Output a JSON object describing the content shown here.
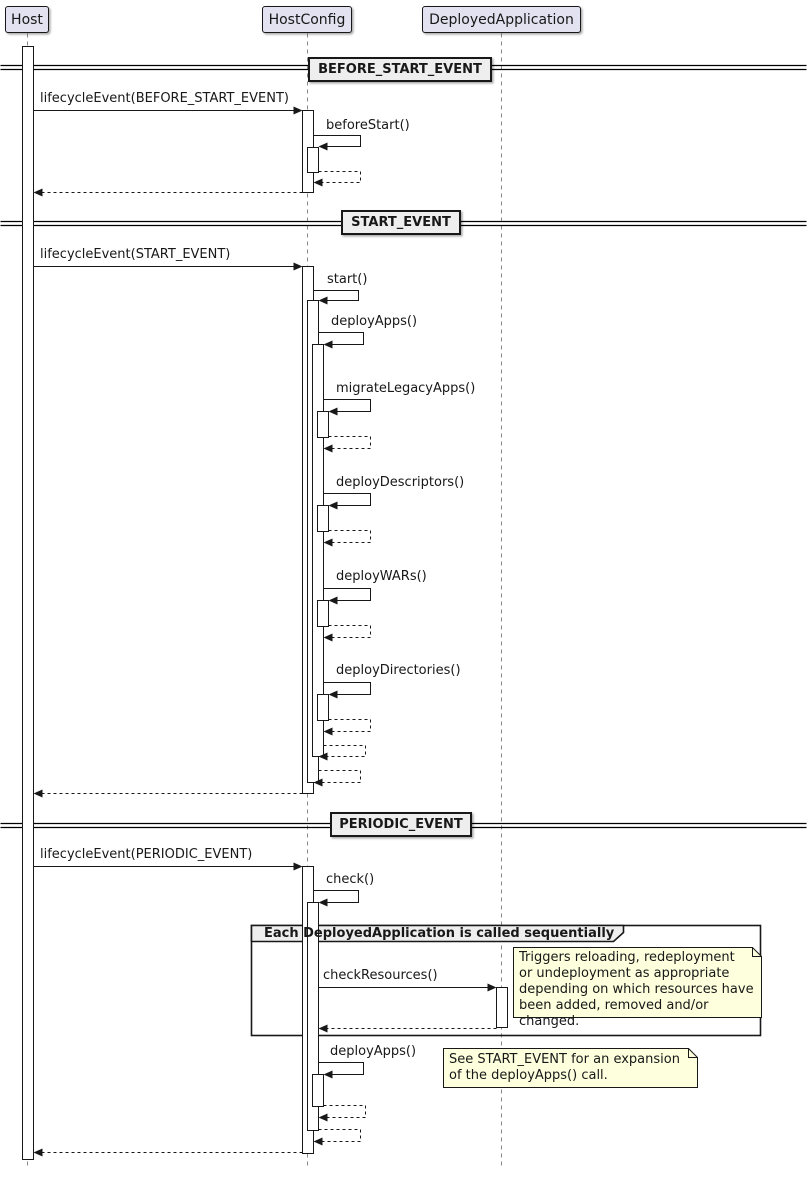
{
  "participants": [
    {
      "label": "Host"
    },
    {
      "label": "HostConfig"
    },
    {
      "label": "DeployedApplication"
    }
  ],
  "dividers": [
    {
      "label": "BEFORE_START_EVENT"
    },
    {
      "label": "START_EVENT"
    },
    {
      "label": "PERIODIC_EVENT"
    }
  ],
  "messages": {
    "lifecycle_before_start": "lifecycleEvent(BEFORE_START_EVENT)",
    "before_start": "beforeStart()",
    "lifecycle_start": "lifecycleEvent(START_EVENT)",
    "start": "start()",
    "deploy_apps": "deployApps()",
    "migrate_legacy_apps": "migrateLegacyApps()",
    "deploy_descriptors": "deployDescriptors()",
    "deploy_wars": "deployWARs()",
    "deploy_directories": "deployDirectories()",
    "lifecycle_periodic": "lifecycleEvent(PERIODIC_EVENT)",
    "check": "check()",
    "check_resources": "checkResources()",
    "deploy_apps_periodic": "deployApps()"
  },
  "group": {
    "label": "Each DeployedApplication is called sequentially"
  },
  "notes": {
    "check_resources_note": "Triggers reloading, redeployment\nor undeployment as appropriate\ndepending on which resources have\nbeen added, removed and/or changed.",
    "deploy_apps_note": "See START_EVENT for an expansion\nof the deployApps() call."
  },
  "colors": {
    "background": "#FFFFFF",
    "participant_fill": "#E2E2F0",
    "participant_border": "#181818",
    "divider_fill": "#EEEEEE",
    "group_header_fill": "#EEEEEE",
    "note_fill": "#FEFFDD",
    "message_line": "#181818",
    "lifeline": "#8A8A8A"
  }
}
